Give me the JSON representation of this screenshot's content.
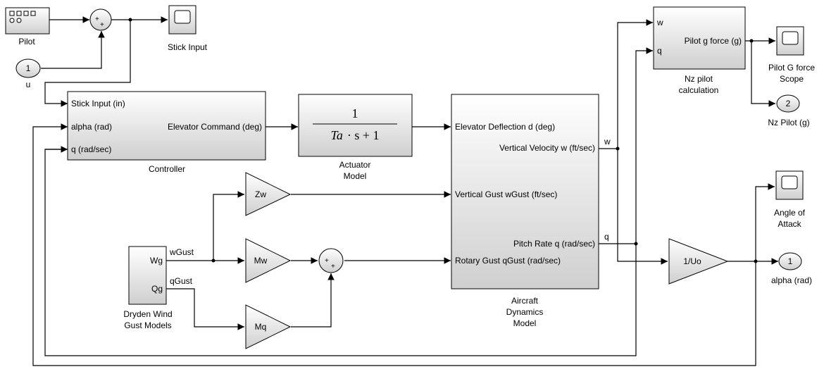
{
  "blocks": {
    "pilot": {
      "label": "Pilot"
    },
    "inport_u": {
      "number": "1",
      "label": "u"
    },
    "stick_scope": {
      "label": "Stick Input"
    },
    "controller": {
      "label": "Controller",
      "in_stick": "Stick Input (in)",
      "in_alpha": "alpha (rad)",
      "in_q": "q (rad/sec)",
      "out_cmd": "Elevator Command (deg)"
    },
    "actuator": {
      "label_line1": "Actuator",
      "label_line2": "Model",
      "numerator": "1",
      "den_ta": "Ta",
      "den_rest": "· s + 1"
    },
    "aircraft": {
      "label_line1": "Aircraft",
      "label_line2": "Dynamics",
      "label_line3": "Model",
      "in_elev": "Elevator Deflection d (deg)",
      "in_wgust": "Vertical Gust wGust (ft/sec)",
      "in_qgust": "Rotary Gust qGust (rad/sec)",
      "out_w": "Vertical Velocity w (ft/sec)",
      "out_q": "Pitch Rate q (rad/sec)"
    },
    "gains": {
      "zw": "Zw",
      "mw": "Mw",
      "mq": "Mq",
      "uo": "1/Uo"
    },
    "dryden": {
      "label_line1": "Dryden Wind",
      "label_line2": "Gust Models",
      "out_wg": "Wg",
      "out_qg": "Qg"
    },
    "nz": {
      "label_line1": "Nz pilot",
      "label_line2": "calculation",
      "in_w": "w",
      "in_q": "q",
      "out": "Pilot g force (g)"
    },
    "gforce_scope": {
      "label_line1": "Pilot G force",
      "label_line2": "Scope"
    },
    "outport_nz": {
      "number": "2",
      "label": "Nz Pilot (g)"
    },
    "aoa_scope": {
      "label_line1": "Angle of",
      "label_line2": "Attack"
    },
    "outport_alpha": {
      "number": "1",
      "label": "alpha (rad)"
    }
  },
  "signals": {
    "wgust": "wGust",
    "qgust": "qGust",
    "w": "w",
    "q": "q"
  },
  "sum_signs": {
    "plus": "+"
  }
}
